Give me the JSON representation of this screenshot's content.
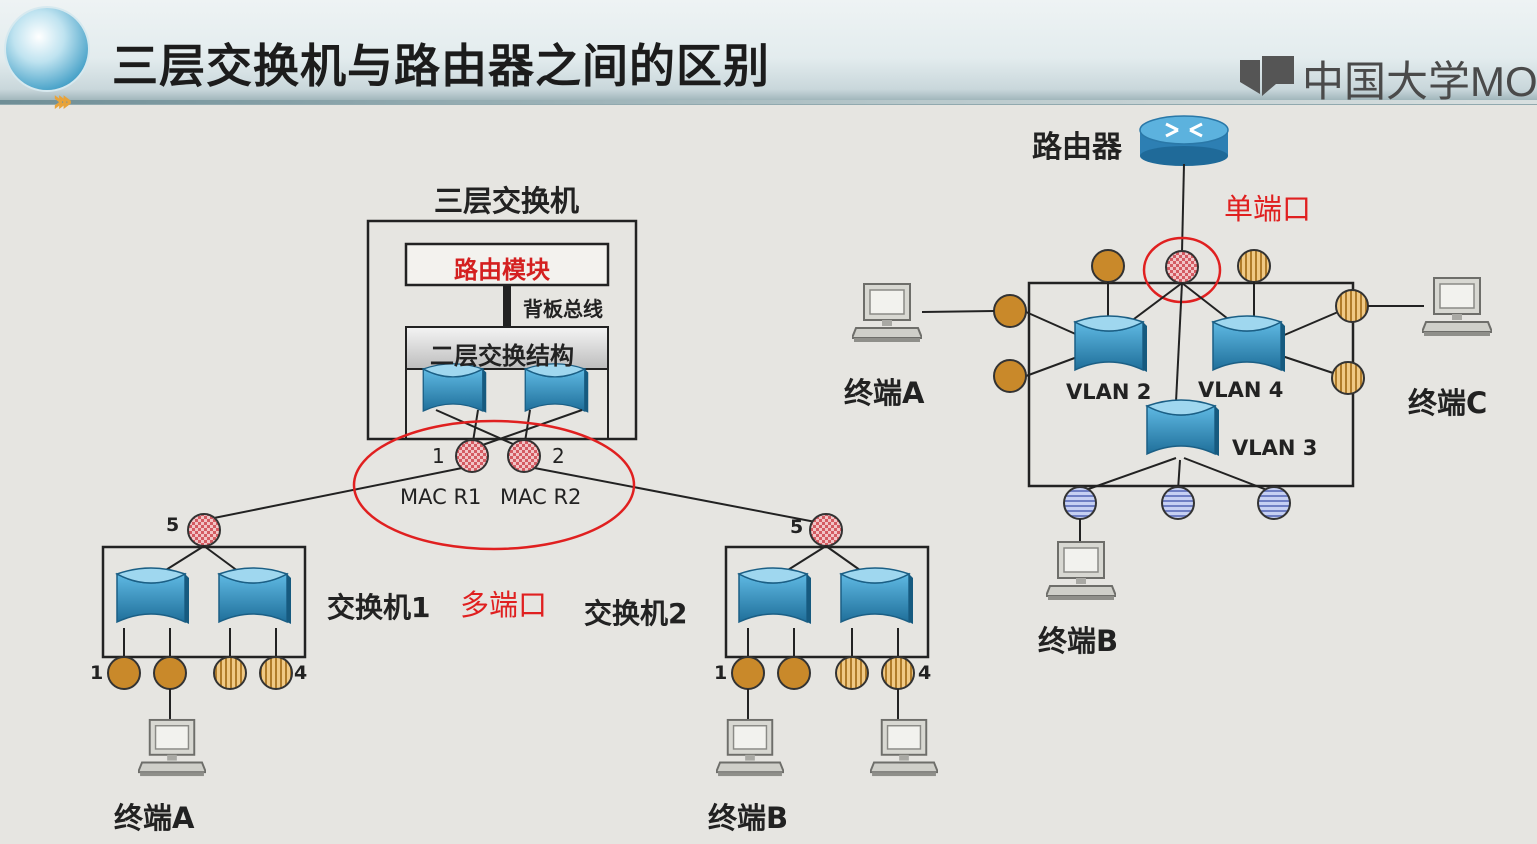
{
  "header": {
    "title": "三层交换机与路由器之间的区别",
    "logo_text": "中国大学MOOC"
  },
  "left_diagram": {
    "l3_switch_label": "三层交换机",
    "routing_module": "路由模块",
    "backplane_bus": "背板总线",
    "l2_fabric": "二层交换结构",
    "port_1": "1",
    "port_2": "2",
    "mac_r1": "MAC R1",
    "mac_r2": "MAC R2",
    "switch1": "交换机1",
    "switch2": "交换机2",
    "multi_port": "多端口",
    "sw1_uplink_port": "5",
    "sw2_uplink_port": "5",
    "sw1_port_first": "1",
    "sw1_port_last": "4",
    "sw2_port_first": "1",
    "sw2_port_last": "4",
    "terminal_a": "终端A",
    "terminal_b": "终端B"
  },
  "right_diagram": {
    "router": "路由器",
    "single_port": "单端口",
    "vlan2": "VLAN 2",
    "vlan4": "VLAN 4",
    "vlan3": "VLAN 3",
    "terminal_a": "终端A",
    "terminal_b": "终端B",
    "terminal_c": "终端C"
  },
  "colors": {
    "brown_port": "#c9892a",
    "striped_port": "#e2b468",
    "blue_port": "#a9b6e6",
    "checker_port": "#d9646a",
    "switch_blue": "#3a9ccc",
    "highlight_red": "#e02020"
  }
}
